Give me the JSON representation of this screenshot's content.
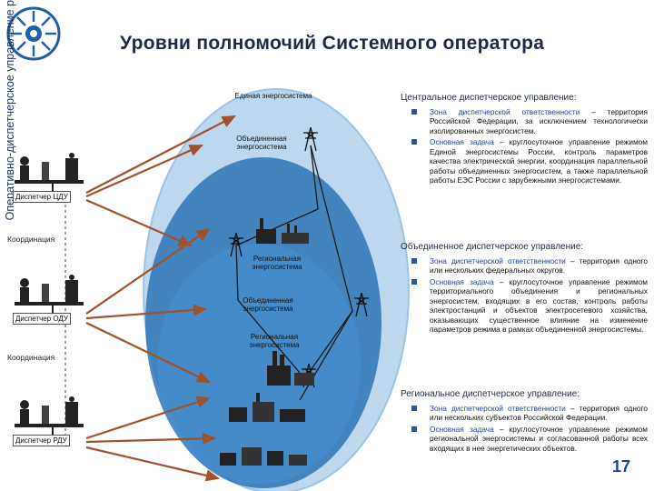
{
  "title": "Уровни полномочий Системного оператора",
  "vertical_label": "Оперативно-диспетчерское управление режимом",
  "dispatchers": [
    {
      "label": "Диспетчер ЦДУ"
    },
    {
      "label": "Диспетчер ОДУ"
    },
    {
      "label": "Диспетчер РДУ"
    }
  ],
  "coordination_label": "Координация",
  "ellipse_labels": {
    "unified": "Единая энергосистема",
    "united_1": "Объединенная энергосистема",
    "regional_1": "Региональная энергосистема",
    "united_2": "Объединенная энергосистема",
    "regional_2": "Региональная энергосистема"
  },
  "panels": [
    {
      "heading": "Центральное диспетчерское управление:",
      "items": [
        {
          "lead": "Зона диспетчерской ответственности",
          "text": " – территория Российской Федерации, за исключением технологически изолированных энергосистем."
        },
        {
          "lead": "Основная задача",
          "text": " – круглосуточное управление режимом Единой энергосистемы России, контроль параметров качества электрической энергии, координация параллельной работы объединенных энергосистем, а также параллельной работы ЕЭС России с зарубежными энергосистемами."
        }
      ]
    },
    {
      "heading": "Объединенное диспетчерское управление:",
      "items": [
        {
          "lead": "Зона диспетчерской ответственности",
          "text": " – территория одного или нескольких федеральных округов."
        },
        {
          "lead": "Основная задача",
          "text": " – круглосуточное управление режимом территориального объединения и региональных энергосистем, входящих в его состав, контроль работы электростанций и объектов электросетевого хозяйства, оказывающих существенное влияние на изменение параметров режима в рамках объединенной энергосистемы."
        }
      ]
    },
    {
      "heading": "Региональное диспетчерское управление:",
      "items": [
        {
          "lead": "Зона диспетчерской ответственности",
          "text": " – территория одного или нескольких субъектов Российской Федерации."
        },
        {
          "lead": "Основная задача",
          "text": " – круглосуточное управление режимом региональной энергосистемы и согласованной работы всех входящих в нее энергетических объектов."
        }
      ]
    }
  ],
  "page_number": "17",
  "colors": {
    "accent": "#1f3fa0",
    "arrow": "#a0522d",
    "outer_ellipse": "#9dc3e6",
    "inner_ellipse": "#2e75b6"
  },
  "icons": [
    "logo-sun-icon",
    "dispatcher-desk-icon",
    "power-tower-icon",
    "power-plant-icon"
  ]
}
